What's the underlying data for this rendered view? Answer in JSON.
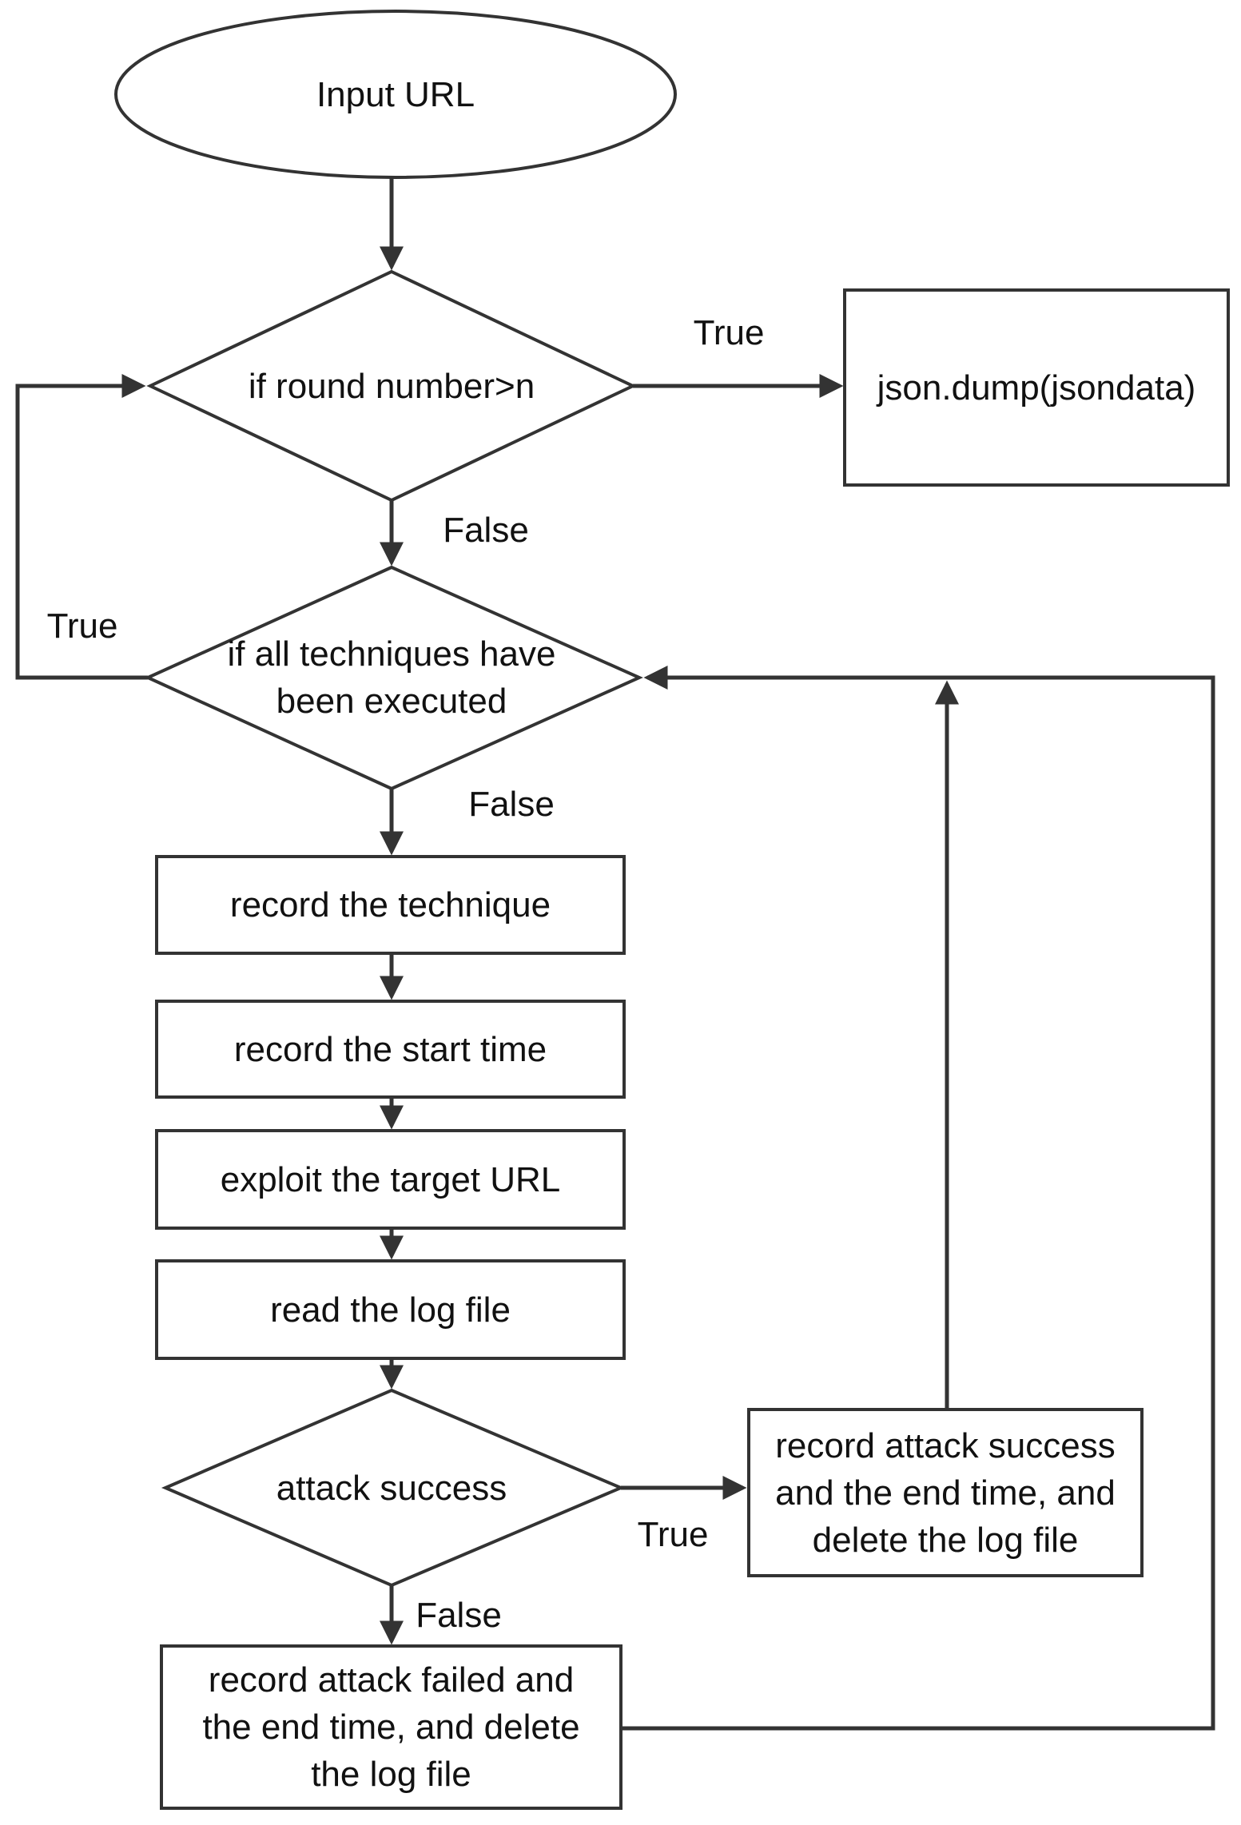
{
  "colors": {
    "line": "#333333",
    "text": "#111111",
    "bg": "#ffffff"
  },
  "nodes": {
    "start": {
      "shape": "ellipse",
      "label": "Input URL"
    },
    "round_check": {
      "shape": "decision",
      "label": "if round number>n"
    },
    "json_dump": {
      "shape": "process",
      "label": "json.dump(jsondata)"
    },
    "techniques_check": {
      "shape": "decision",
      "label": "if all techniques have\nbeen executed"
    },
    "record_technique": {
      "shape": "process",
      "label": "record the technique"
    },
    "record_start_time": {
      "shape": "process",
      "label": "record the start time"
    },
    "exploit_target": {
      "shape": "process",
      "label": "exploit the target URL"
    },
    "read_log": {
      "shape": "process",
      "label": "read the log file"
    },
    "attack_check": {
      "shape": "decision",
      "label": "attack success"
    },
    "record_success": {
      "shape": "process",
      "label": "record attack success\nand the end time, and\ndelete the log file"
    },
    "record_failed": {
      "shape": "process",
      "label": "record attack failed and\nthe end time, and delete\nthe log file"
    }
  },
  "edge_labels": {
    "round_true": "True",
    "round_false": "False",
    "techniques_true": "True",
    "techniques_false": "False",
    "attack_true": "True",
    "attack_false": "False"
  }
}
